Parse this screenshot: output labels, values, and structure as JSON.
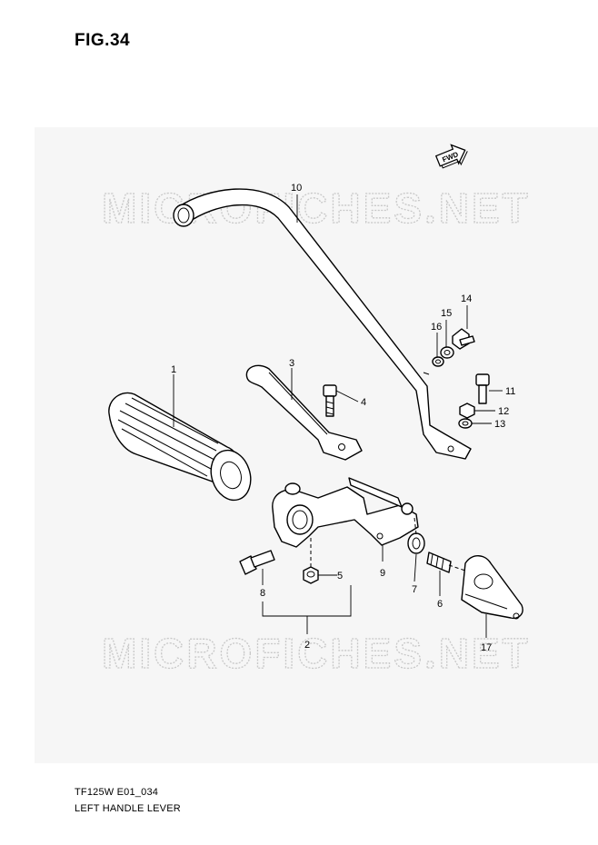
{
  "figure": {
    "title": "FIG.34"
  },
  "watermark": {
    "text": "MICROFICHES.NET"
  },
  "fwd_badge": {
    "label": "FWD"
  },
  "callouts": [
    {
      "id": "p1",
      "number": "1"
    },
    {
      "id": "p2",
      "number": "2"
    },
    {
      "id": "p3",
      "number": "3"
    },
    {
      "id": "p4",
      "number": "4"
    },
    {
      "id": "p5",
      "number": "5"
    },
    {
      "id": "p6",
      "number": "6"
    },
    {
      "id": "p7",
      "number": "7"
    },
    {
      "id": "p8",
      "number": "8"
    },
    {
      "id": "p9",
      "number": "9"
    },
    {
      "id": "p10",
      "number": "10"
    },
    {
      "id": "p11",
      "number": "11"
    },
    {
      "id": "p12",
      "number": "12"
    },
    {
      "id": "p13",
      "number": "13"
    },
    {
      "id": "p14",
      "number": "14"
    },
    {
      "id": "p15",
      "number": "15"
    },
    {
      "id": "p16",
      "number": "16"
    },
    {
      "id": "p17",
      "number": "17"
    }
  ],
  "footer": {
    "model_code": "TF125W E01_034",
    "section_name": "LEFT HANDLE LEVER"
  }
}
